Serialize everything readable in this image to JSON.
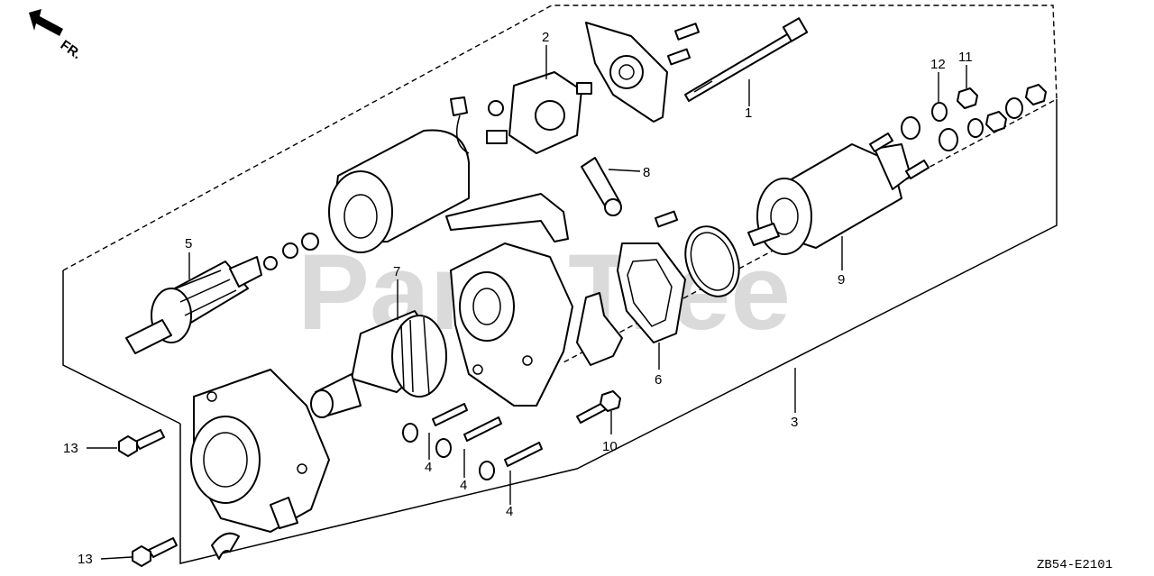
{
  "diagram": {
    "direction_label": "FR.",
    "watermark": "PartsTree",
    "drawing_code": "ZB54-E2101",
    "callouts": [
      "1",
      "2",
      "3",
      "4",
      "4",
      "4",
      "5",
      "6",
      "7",
      "8",
      "9",
      "10",
      "11",
      "12",
      "13",
      "13"
    ]
  }
}
